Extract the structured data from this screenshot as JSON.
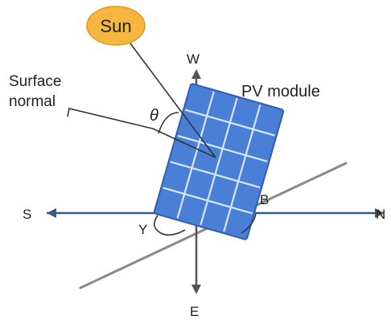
{
  "labels": {
    "sun": "Sun",
    "surface_normal_line1": "Surface",
    "surface_normal_line2": "normal",
    "pv_module": "PV module",
    "theta": "θ",
    "west": "W",
    "south": "S",
    "north": "N",
    "east": "E",
    "beta": "B",
    "gamma": "Y"
  },
  "colors": {
    "sun_fill": "#F6B740",
    "sun_stroke": "#E09A1E",
    "panel_fill": "#4A7FD8",
    "panel_stroke": "#2F5FB0",
    "panel_grid": "#D6E6FF",
    "axis": "#555555",
    "axis_blue": "#3A5A8C",
    "text": "#222222"
  },
  "panel_grid": {
    "rows": 5,
    "cols": 4
  }
}
